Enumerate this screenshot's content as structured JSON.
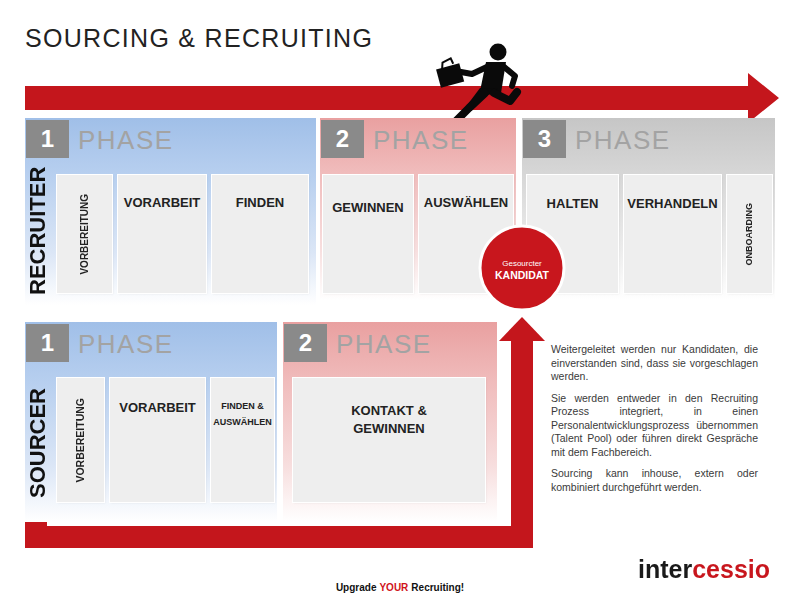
{
  "diagram": {
    "title": "SOURCING & RECRUITING",
    "nodes": [
      {
        "text": [
          "1",
          "PHASE"
        ]
      },
      {
        "text": [
          "VORBEREITUNG"
        ],
        "in": 0
      },
      {
        "text": [
          "VORARBEIT"
        ],
        "in": 0
      },
      {
        "text": [
          "FINDEN"
        ],
        "in": 0
      },
      {
        "text": [
          "2",
          "PHASE"
        ]
      },
      {
        "text": [
          "GEWINNEN"
        ],
        "in": 4
      },
      {
        "text": [
          "AUSWÄHLEN"
        ],
        "in": 4
      },
      {
        "text": [
          "3",
          "PHASE"
        ]
      },
      {
        "text": [
          "HALTEN"
        ],
        "in": 7
      },
      {
        "text": [
          "VERHANDELN"
        ],
        "in": 7
      },
      {
        "text": [
          "ONBOARDING"
        ],
        "in": 7
      },
      {
        "text": [
          "Gesourcter",
          "KANDIDAT"
        ]
      },
      {
        "text": [
          "1",
          "PHASE"
        ]
      },
      {
        "text": [
          "VORBEREITUNG"
        ],
        "in": 12
      },
      {
        "text": [
          "VORARBEIT"
        ],
        "in": 12
      },
      {
        "text": [
          "FINDEN & AUSWÄHLEN"
        ],
        "in": 12
      },
      {
        "text": [
          "2",
          "PHASE"
        ]
      },
      {
        "text": [
          "KONTAKT & GEWINNEN"
        ],
        "in": 16
      }
    ],
    "edges": [
      {
        "from": 12,
        "to": 11,
        "arrow": "to"
      }
    ],
    "labels": [
      "RECRUITER",
      "SOURCER",
      "Weitergeleitet werden nur Kandidaten, die einverstanden sind, dass sie vorgeschlagen werden.",
      "Sie werden entweder in den Recruiting Prozess integriert, in einen Personalentwicklungsprozess übernommen (Talent Pool) oder führen direkt Gespräche mit dem Fachbereich.",
      "Sourcing kann inhouse, extern oder kombiniert durchgeführt werden.",
      "Upgrade",
      "YOUR",
      "Recruiting!",
      "intercessio"
    ]
  }
}
